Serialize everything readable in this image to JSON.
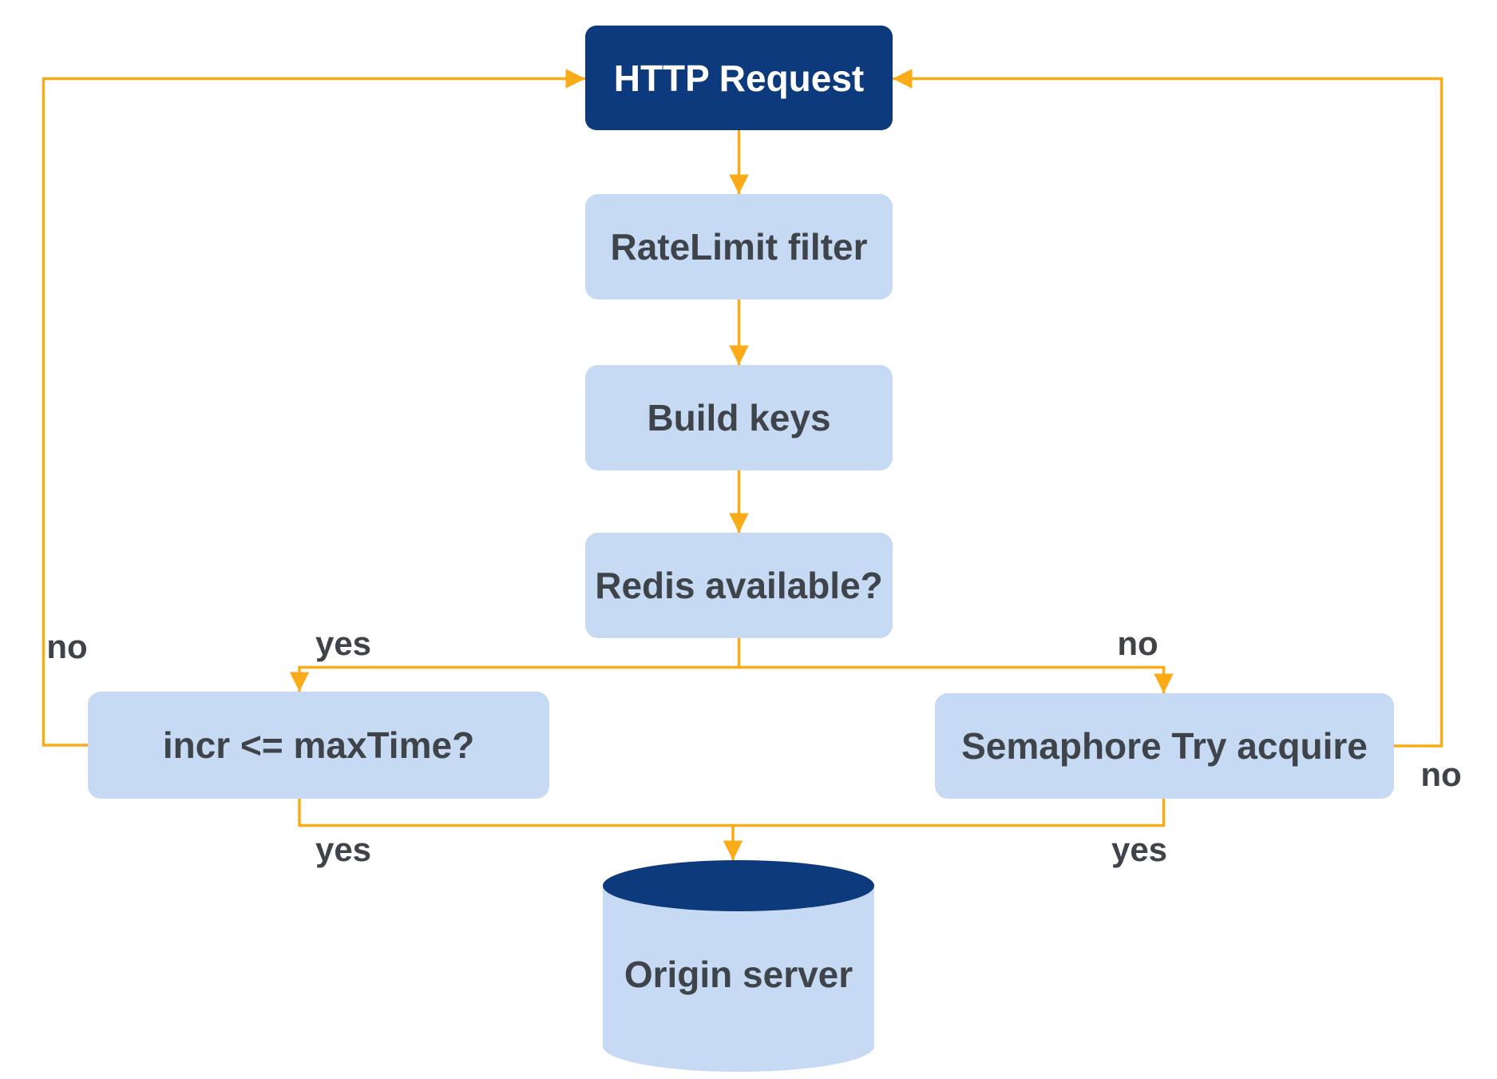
{
  "diagram": {
    "type": "flowchart",
    "nodes": [
      {
        "id": "http_request",
        "label": "HTTP Request",
        "shape": "rounded-rect",
        "variant": "primary"
      },
      {
        "id": "ratelimit_filter",
        "label": "RateLimit filter",
        "shape": "rounded-rect",
        "variant": "default"
      },
      {
        "id": "build_keys",
        "label": "Build keys",
        "shape": "rounded-rect",
        "variant": "default"
      },
      {
        "id": "redis_available",
        "label": "Redis available?",
        "shape": "rounded-rect",
        "variant": "default"
      },
      {
        "id": "incr_maxtime",
        "label": "incr <= maxTime?",
        "shape": "rounded-rect",
        "variant": "default"
      },
      {
        "id": "semaphore",
        "label": "Semaphore Try acquire",
        "shape": "rounded-rect",
        "variant": "default"
      },
      {
        "id": "origin_server",
        "label": "Origin server",
        "shape": "cylinder",
        "variant": "database"
      }
    ],
    "edges": [
      {
        "from": "http_request",
        "to": "ratelimit_filter",
        "label": ""
      },
      {
        "from": "ratelimit_filter",
        "to": "build_keys",
        "label": ""
      },
      {
        "from": "build_keys",
        "to": "redis_available",
        "label": ""
      },
      {
        "from": "redis_available",
        "to": "incr_maxtime",
        "label": "yes"
      },
      {
        "from": "redis_available",
        "to": "semaphore",
        "label": "no"
      },
      {
        "from": "incr_maxtime",
        "to": "http_request",
        "label": "no"
      },
      {
        "from": "semaphore",
        "to": "http_request",
        "label": "no"
      },
      {
        "from": "incr_maxtime",
        "to": "origin_server",
        "label": "yes"
      },
      {
        "from": "semaphore",
        "to": "origin_server",
        "label": "yes"
      }
    ],
    "colors": {
      "primary": "#0d3a7c",
      "node_fill": "#c6daf3",
      "edge_color": "#fbab18",
      "text_color": "#3f444a",
      "on_primary": "#ffffff",
      "bg": "#ffffff"
    }
  }
}
